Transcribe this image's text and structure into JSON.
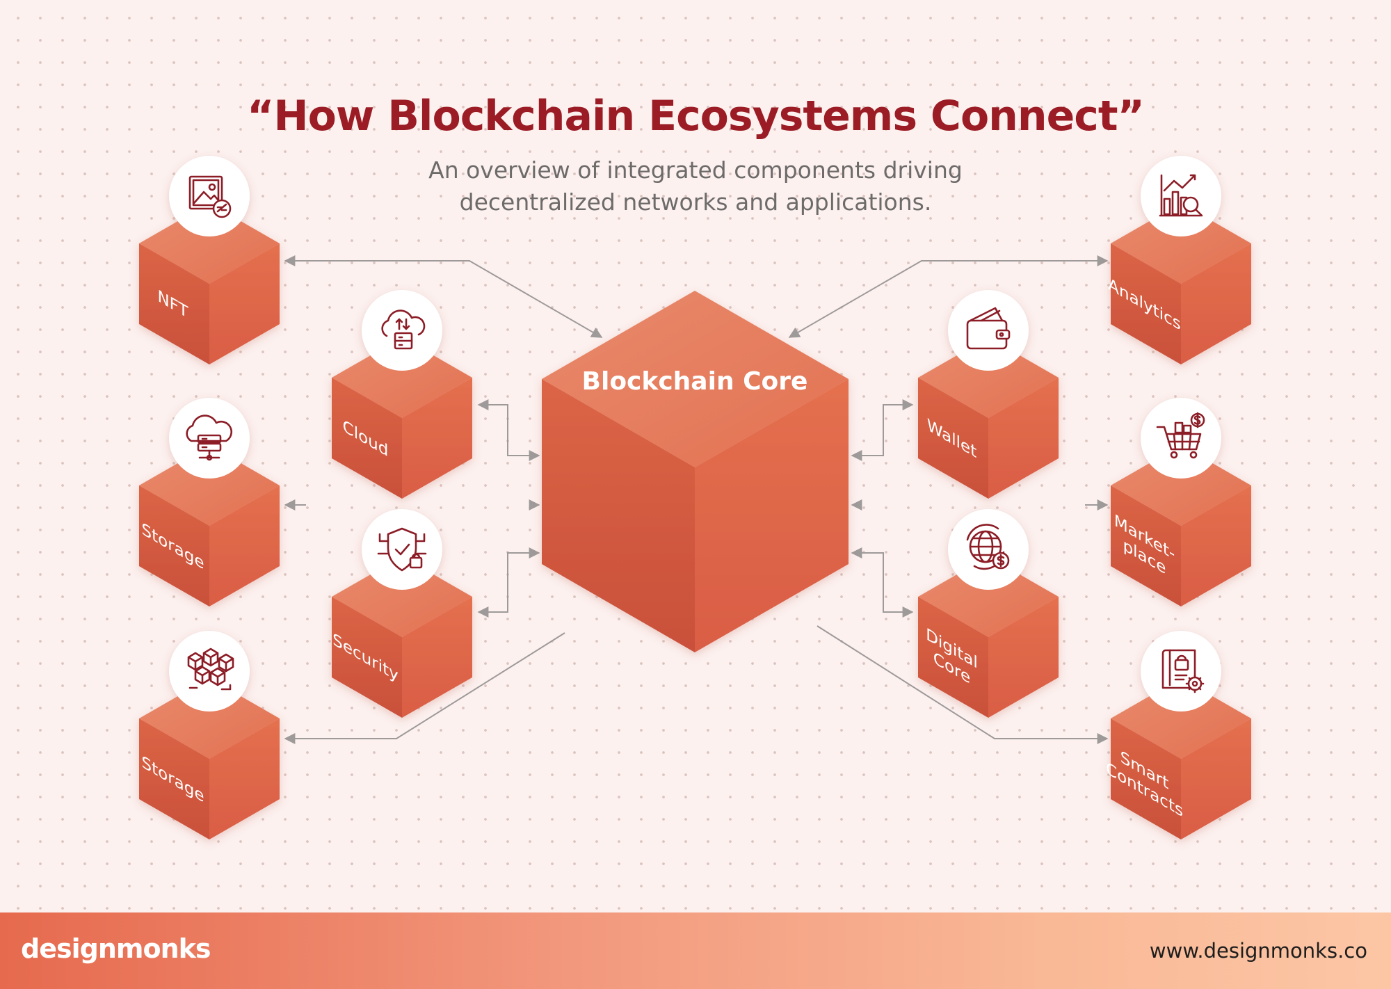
{
  "title": "“How Blockchain Ecosystems Connect”",
  "subtitle": {
    "line1": "An overview of integrated components driving",
    "line2": "decentralized networks and applications."
  },
  "core": {
    "label": "Blockchain Core"
  },
  "nodes": [
    {
      "id": "nft",
      "lines": [
        "NFT"
      ],
      "icon": "nft-image-icon"
    },
    {
      "id": "cloud",
      "lines": [
        "Cloud"
      ],
      "icon": "cloud-upload-icon"
    },
    {
      "id": "storage-1",
      "lines": [
        "Storage"
      ],
      "icon": "cloud-server-icon"
    },
    {
      "id": "security",
      "lines": [
        "Security"
      ],
      "icon": "shield-lock-icon"
    },
    {
      "id": "storage-2",
      "lines": [
        "Storage"
      ],
      "icon": "blocks-icon"
    },
    {
      "id": "analytics",
      "lines": [
        "Analytics"
      ],
      "icon": "analytics-chart-icon"
    },
    {
      "id": "wallet",
      "lines": [
        "Wallet"
      ],
      "icon": "wallet-icon"
    },
    {
      "id": "marketplace",
      "lines": [
        "Market-",
        "place"
      ],
      "icon": "shopping-cart-icon"
    },
    {
      "id": "digital-core",
      "lines": [
        "Digital",
        "Core"
      ],
      "icon": "globe-dollar-icon"
    },
    {
      "id": "smart-contracts",
      "lines": [
        "Smart",
        "Contracts"
      ],
      "icon": "contract-gear-icon"
    }
  ],
  "footer": {
    "brand": "designmonks",
    "url": "www.designmonks.co"
  },
  "colors": {
    "title": "#9b1c24",
    "cube_top": "#e47a5c",
    "cube_left": "#d65a40",
    "cube_right": "#e26b4c",
    "icon_stroke": "#8c1f26",
    "connector": "#9e9a9a"
  }
}
